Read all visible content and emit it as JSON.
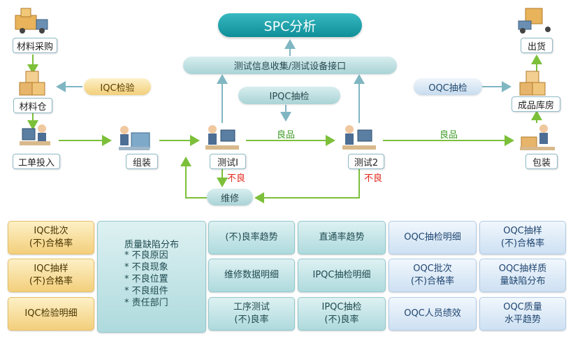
{
  "nodes": {
    "material_purchase": "材料采购",
    "material_warehouse": "材料仓",
    "work_order_input": "工单投入",
    "assembly": "组装",
    "test1": "测试Ⅰ",
    "test2": "测试2",
    "repair": "维修",
    "packaging": "包装",
    "finished_goods_warehouse": "成品库房",
    "shipping": "出货"
  },
  "pills": {
    "spc": "SPC分析",
    "data_interface": "测试信息收集/测试设备接口",
    "iqc_inspection": "IQC检验",
    "ipqc_sampling": "IPQC抽检",
    "oqc_sampling": "OQC抽检"
  },
  "flow_labels": {
    "good_1": "良品",
    "good_2": "良品",
    "defect_1": "不良",
    "defect_2": "不良"
  },
  "reports": {
    "iqc_batch_rate": [
      "IQC批次",
      "(不)合格率"
    ],
    "iqc_sample_rate": [
      "IQC抽样",
      "(不)合格率"
    ],
    "iqc_detail": [
      "IQC检验明细"
    ],
    "defect_distribution": {
      "title": "质量缺陷分布",
      "items": [
        "* 不良原因",
        "* 不良现象",
        "* 不良位置",
        "* 不良组件",
        "* 责任部门"
      ]
    },
    "defect_rate_trend": [
      "(不)良率趋势"
    ],
    "repair_detail": [
      "维修数据明细"
    ],
    "process_test_rate": [
      "工序测试",
      "(不)良率"
    ],
    "fpy_trend": [
      "直通率趋势"
    ],
    "ipqc_detail": [
      "IPQC抽检明细"
    ],
    "ipqc_rate": [
      "IPQC抽检",
      "(不)良率"
    ],
    "oqc_detail": [
      "OQC抽检明细"
    ],
    "oqc_batch_rate": [
      "OQC批次",
      "(不)合格率"
    ],
    "oqc_staff_perf": [
      "OQC人员绩效"
    ],
    "oqc_sample_rate": [
      "OQC抽样",
      "(不)合格率"
    ],
    "oqc_sample_defect": [
      "OQC抽样质",
      "量缺陷分布"
    ],
    "oqc_quality_trend": [
      "OQC质量",
      "水平趋势"
    ]
  },
  "colors": {
    "accent_teal": "#0f8e98",
    "arrow_green": "#7cc03a",
    "arrow_teal": "#7fb6c2",
    "defect_red": "#e0271a"
  },
  "icons": {
    "material_purchase": "delivery-truck-icon",
    "material_warehouse": "boxes-icon",
    "work_order_input": "worker-at-computer-icon",
    "assembly": "assembly-worker-icon",
    "test1": "tester-icon",
    "test2": "tester-icon",
    "packaging": "packing-worker-icon",
    "finished_goods_warehouse": "boxes-icon",
    "shipping": "delivery-truck-icon"
  }
}
